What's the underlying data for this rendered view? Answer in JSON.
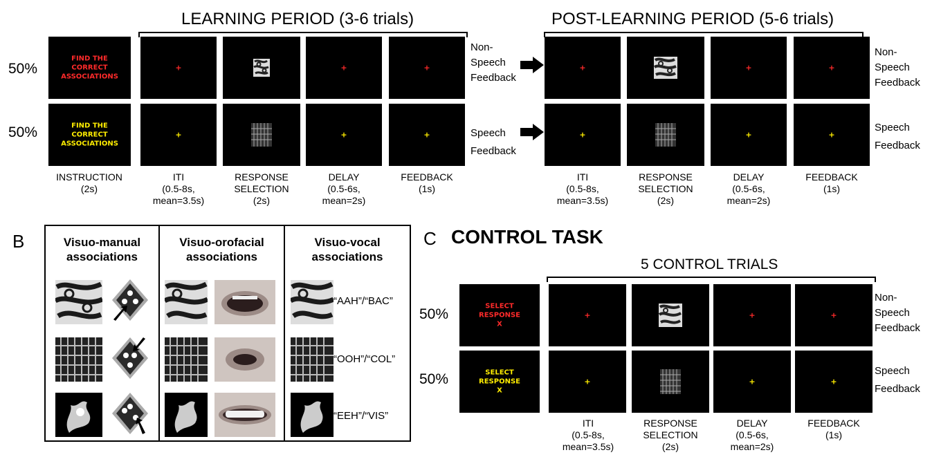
{
  "section_a": {
    "learning_title": "LEARNING PERIOD (3-6 trials)",
    "post_title": "POST-LEARNING PERIOD (5-6 trials)",
    "row1_pct": "50%",
    "row2_pct": "50%",
    "instruction_text": "FIND THE\nCORRECT\nASSOCIATIONS",
    "row1_feedback": "Non-\nSpeech\nFeedback",
    "row2_feedback": "Speech\nFeedback",
    "instruction_caption": "INSTRUCTION\n(2s)",
    "captions": [
      "ITI\n(0.5-8s,\nmean=3.5s)",
      "RESPONSE\nSELECTION\n(2s)",
      "DELAY\n(0.5-6s,\nmean=2s)",
      "FEEDBACK\n(1s)"
    ],
    "cross": "+"
  },
  "section_b": {
    "letter": "B",
    "col1": "Visuo-manual\nassociations",
    "col2": "Visuo-orofacial\nassociations",
    "col3": "Visuo-vocal\nassociations",
    "vocal": [
      "“AAH”/“BAC”",
      "“OOH”/“COL”",
      "“EEH”/“VIS”"
    ]
  },
  "section_c": {
    "letter": "C",
    "title": "CONTROL TASK",
    "trials_title": "5 CONTROL TRIALS",
    "row1_pct": "50%",
    "row2_pct": "50%",
    "instruction_text": "SELECT\nRESPONSE\nX",
    "row1_feedback": "Non-\nSpeech\nFeedback",
    "row2_feedback": "Speech\nFeedback",
    "captions": [
      "ITI\n(0.5-8s,\nmean=3.5s)",
      "RESPONSE\nSELECTION\n(2s)",
      "DELAY\n(0.5-6s,\nmean=2s)",
      "FEEDBACK\n(1s)"
    ]
  },
  "colors": {
    "red": "#ff2a2a",
    "yellow": "#ffee00"
  }
}
